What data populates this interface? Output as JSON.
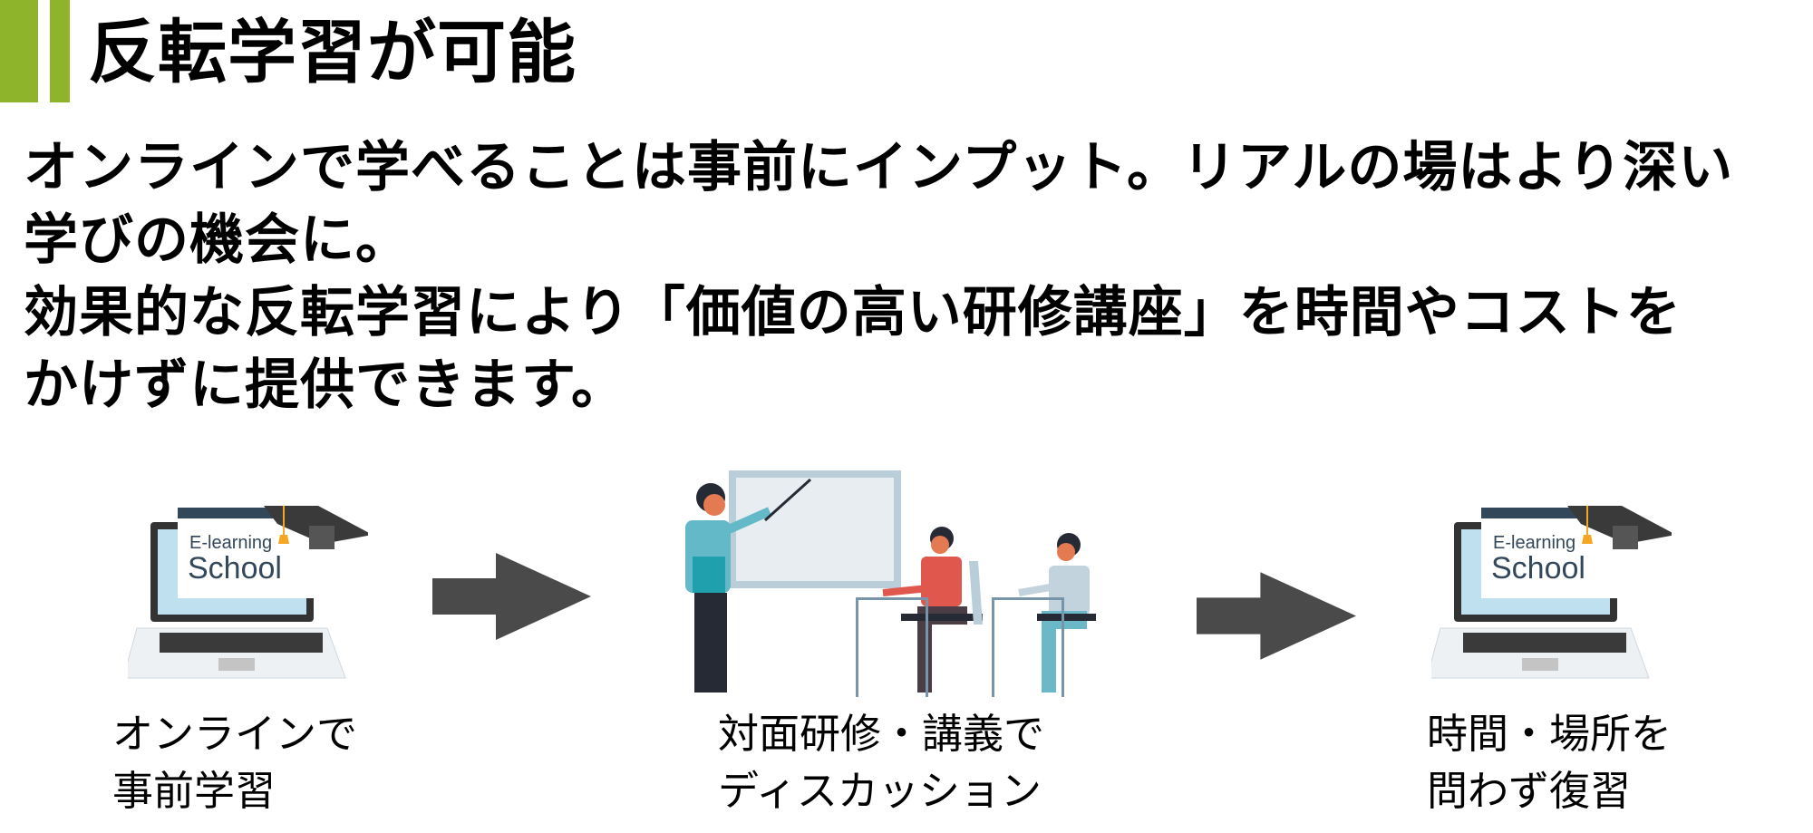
{
  "heading": {
    "title": "反転学習が可能",
    "accent_color": "#8db42a"
  },
  "description": {
    "lines": [
      "オンラインで学べることは事前にインプット。リアルの場はより深い",
      "学びの機会に。",
      "効果的な反転学習により「価値の高い研修講座」を時間やコストを",
      "かけずに提供できます。"
    ]
  },
  "steps": [
    {
      "icon": "elearning-laptop-icon",
      "screen_line1": "E-learning",
      "screen_line2": "School",
      "label_line1": "オンラインで",
      "label_line2": "事前学習"
    },
    {
      "icon": "classroom-lecture-illustration",
      "label_line1": "対面研修・講義で",
      "label_line2": "ディスカッション"
    },
    {
      "icon": "elearning-laptop-icon",
      "screen_line1": "E-learning",
      "screen_line2": "School",
      "label_line1": "時間・場所を",
      "label_line2": "問わず復習"
    }
  ],
  "arrow_color": "#4a4a4a"
}
